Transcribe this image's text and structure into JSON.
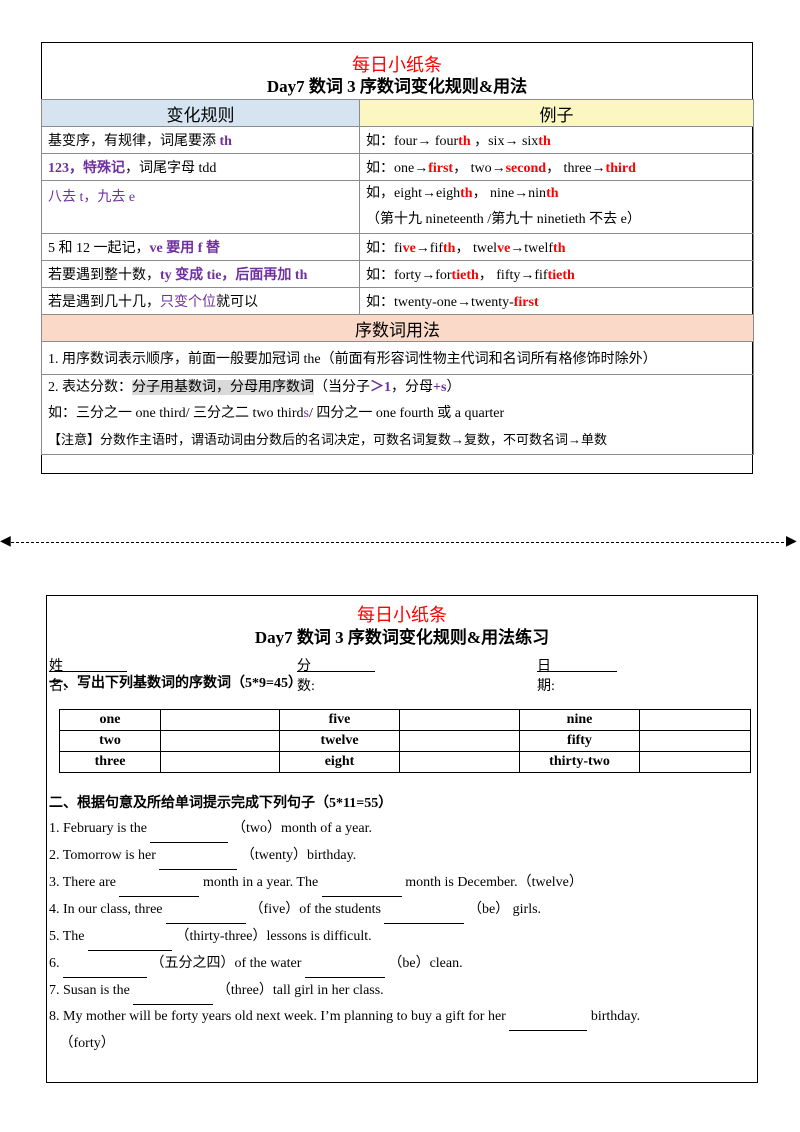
{
  "card1": {
    "subtitle": "每日小纸条",
    "title": "Day7  数词 3  序数词变化规则&用法",
    "col_rule": "变化规则",
    "col_example": "例子",
    "usage_header": "序数词用法"
  },
  "card2": {
    "subtitle": "每日小纸条",
    "title": "Day7  数词 3  序数词变化规则&用法练习",
    "name_label": "姓名:",
    "score_label": "分数:",
    "date_label": "日期:",
    "section1": "一、写出下列基数词的序数词（5*9=45）",
    "words": [
      [
        "one",
        "five",
        "nine"
      ],
      [
        "two",
        "twelve",
        "fifty"
      ],
      [
        "three",
        "eight",
        "thirty-two"
      ]
    ],
    "section2": "二、根据句意及所给单词提示完成下列句子（5*11=55）",
    "questions": [
      "1. February is the",
      "（two）month of a year.",
      "2. Tomorrow is her",
      "（twenty）birthday.",
      "3. There are",
      "month in a year. The",
      "month is December.（twelve）",
      "4. In our class, three",
      "（five）of the students",
      "（be） girls.",
      "5. The",
      "（thirty-three）lessons is difficult.",
      "6.",
      "（五分之四）of the water",
      "（be）clean.",
      "7. Susan is the",
      "（three）tall girl in her class.",
      "8. My mother will be forty years old next week. I’m planning to buy a gift for her",
      "birthday.",
      "（forty）"
    ]
  },
  "colors": {
    "red": "#ff0000",
    "purple": "#7030a0",
    "rule_header": "#d6e4f2",
    "example_header": "#fbf6c2",
    "usage_header": "#fad9c8"
  }
}
